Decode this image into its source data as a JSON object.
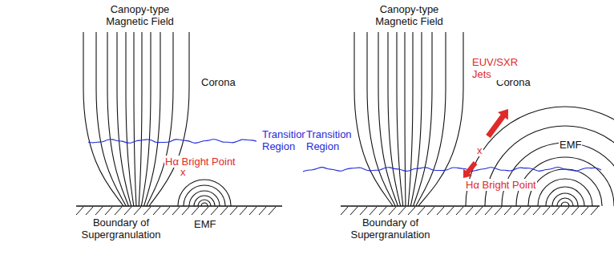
{
  "diagram": {
    "labels": [
      "Canopy-type Magnetic Field",
      "Corona",
      "Transition Region",
      "Hα Bright Point",
      "x",
      "EMF",
      "Boundary of Supergranulation",
      "Canopy-type Magnetic Field",
      "Corona",
      "EUV/SXR Jets",
      "EMF",
      "x",
      "Transition Region",
      "Hα Bright Point",
      "Boundary of Supergranulation"
    ]
  }
}
